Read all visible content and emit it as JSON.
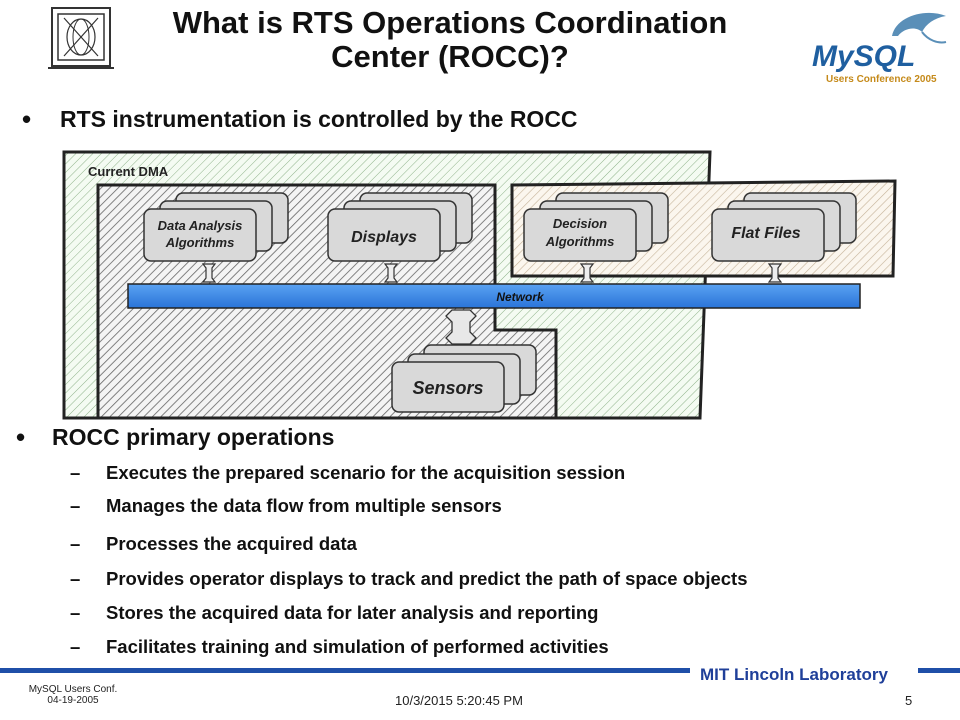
{
  "title": "What is RTS Operations Coordination Center (ROCC)?",
  "title_line1": "What is RTS Operations Coordination",
  "title_line2": "Center (ROCC)?",
  "logo_right": {
    "brand": "MySQL",
    "caption": "Users Conference 2005"
  },
  "bullet1": "RTS instrumentation is controlled by the ROCC",
  "diagram": {
    "region_label": "Current DMA",
    "network": "Network",
    "boxes": {
      "data_analysis": [
        "Data Analysis",
        "Algorithms"
      ],
      "displays": "Displays",
      "decision": [
        "Decision",
        "Algorithms"
      ],
      "flat_files": "Flat Files",
      "sensors": "Sensors"
    }
  },
  "bullet2": "ROCC primary operations",
  "operations": [
    "Executes the prepared scenario for the acquisition session",
    "Manages the data flow from multiple sensors",
    "Processes the acquired data",
    "Provides operator displays to track and predict the path of space objects",
    "Stores the acquired data for later analysis and reporting",
    "Facilitates training and simulation of performed activities"
  ],
  "footer": {
    "lab": "MIT Lincoln Laboratory",
    "conf_line1": "MySQL Users Conf.",
    "conf_line2": "04-19-2005",
    "datetime": "10/3/2015 5:20:45 PM",
    "page": "5"
  }
}
